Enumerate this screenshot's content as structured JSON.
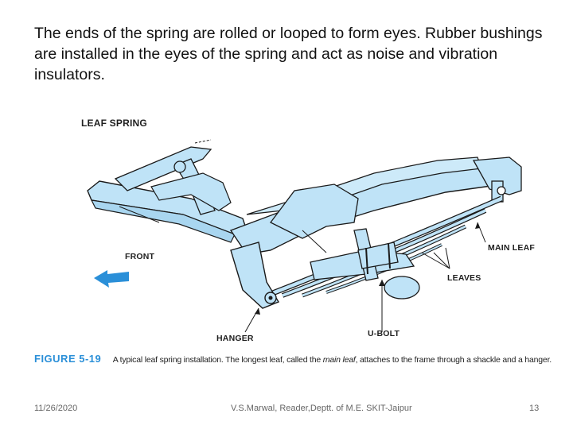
{
  "slide": {
    "body_text": "The ends of the spring are rolled or looped to form eyes. Rubber bushings are installed in the eyes of the spring and act as noise and vibration insulators."
  },
  "figure": {
    "labels": {
      "title": "LEAF SPRING",
      "front": "FRONT",
      "main_leaf": "MAIN LEAF",
      "leaves": "LEAVES",
      "hanger": "HANGER",
      "u_bolt": "U-BOLT"
    },
    "colors": {
      "frame_fill": "#bfe3f7",
      "outline": "#1a1a1a",
      "arrow": "#2a8fd8"
    }
  },
  "caption": {
    "figure_number": "FIGURE 5-19",
    "text_before": "A typical leaf spring installation. The longest leaf, called the ",
    "text_emph": "main leaf",
    "text_after": ", attaches to the frame through a shackle and a hanger."
  },
  "footer": {
    "date": "11/26/2020",
    "author": "V.S.Marwal, Reader,Deptt. of M.E. SKIT-Jaipur",
    "page": "13"
  }
}
